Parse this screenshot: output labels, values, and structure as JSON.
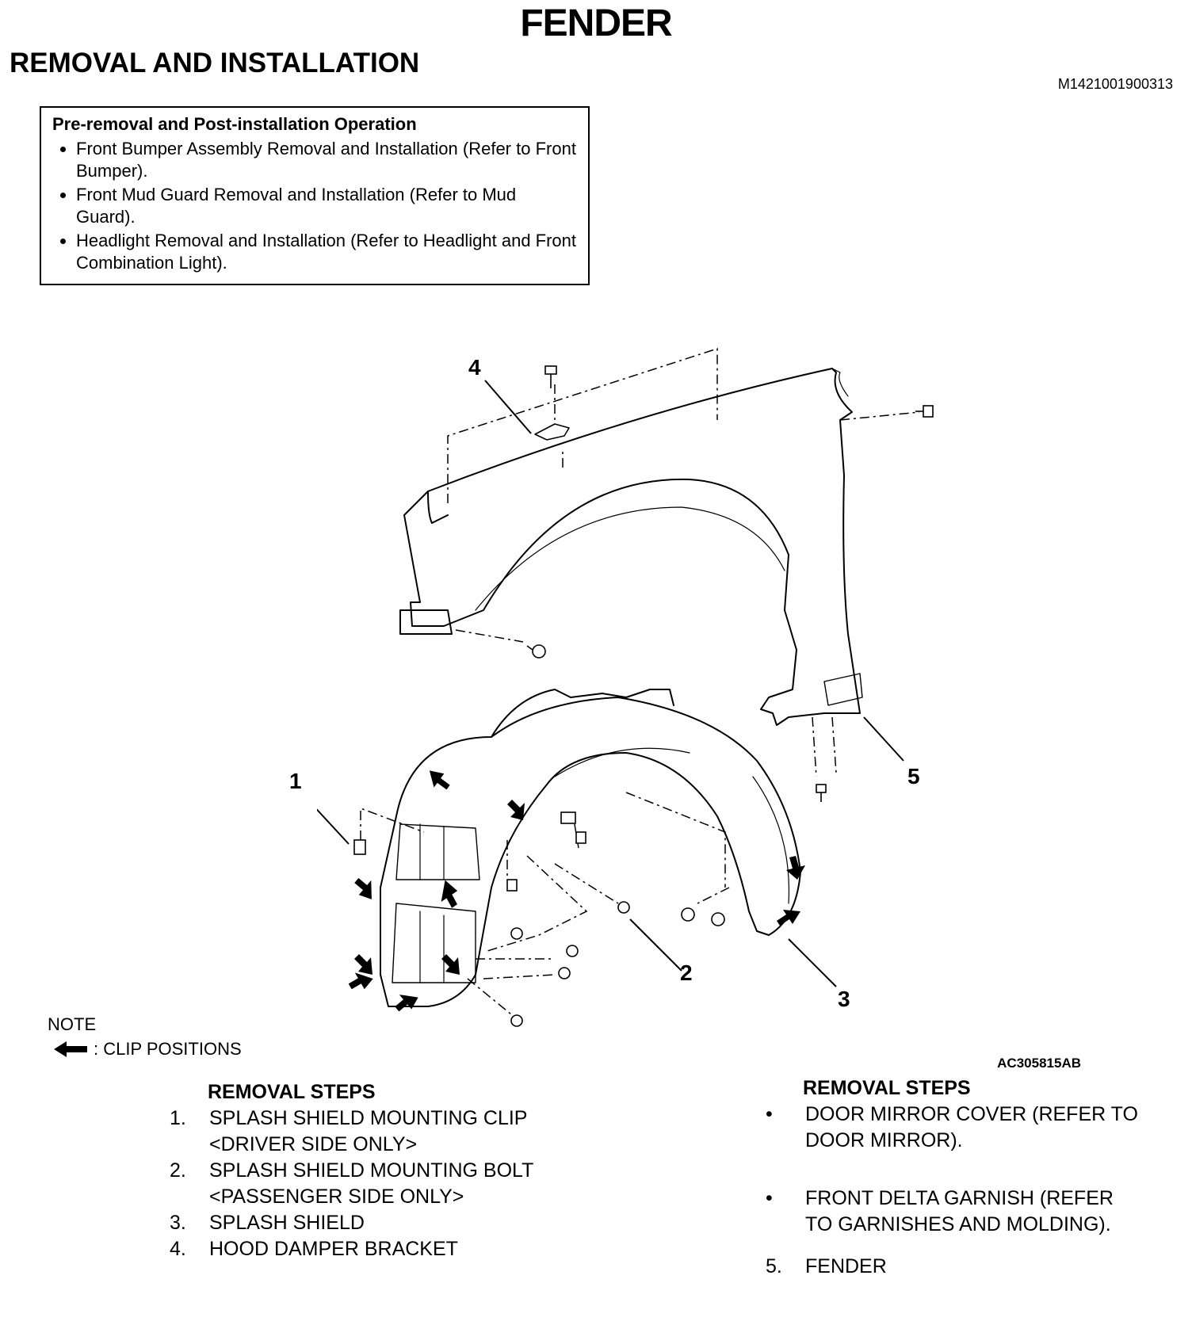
{
  "header": {
    "title": "FENDER",
    "section": "REMOVAL AND INSTALLATION",
    "doc_id": "M1421001900313"
  },
  "pre_operation": {
    "heading": "Pre-removal and Post-installation Operation",
    "items": [
      "Front Bumper Assembly Removal and Installation (Refer to Front Bumper).",
      "Front Mud Guard Removal and Installation (Refer to Mud Guard).",
      "Headlight Removal and Installation (Refer to Headlight and Front Combination Light)."
    ]
  },
  "diagram": {
    "callouts": [
      "1",
      "2",
      "3",
      "4",
      "5"
    ],
    "figure_id": "AC305815AB"
  },
  "note": {
    "label": "NOTE",
    "legend_text": ": CLIP POSITIONS",
    "legend_icon": "left-arrow-icon"
  },
  "removal_left": {
    "heading": "REMOVAL STEPS",
    "steps": [
      {
        "num": "1.",
        "line1": "SPLASH SHIELD MOUNTING CLIP",
        "line2": "<DRIVER SIDE ONLY>"
      },
      {
        "num": "2.",
        "line1": "SPLASH SHIELD MOUNTING BOLT",
        "line2": "<PASSENGER SIDE ONLY>"
      },
      {
        "num": "3.",
        "line1": "SPLASH SHIELD",
        "line2": ""
      },
      {
        "num": "4.",
        "line1": "HOOD DAMPER BRACKET",
        "line2": ""
      }
    ]
  },
  "removal_right": {
    "heading": "REMOVAL STEPS",
    "bullets": [
      {
        "line1": "DOOR MIRROR COVER (REFER TO",
        "line2": "DOOR MIRROR)."
      },
      {
        "line1": "FRONT DELTA GARNISH (REFER",
        "line2": "TO GARNISHES AND MOLDING)."
      }
    ],
    "final": {
      "num": "5.",
      "text": "FENDER"
    }
  }
}
